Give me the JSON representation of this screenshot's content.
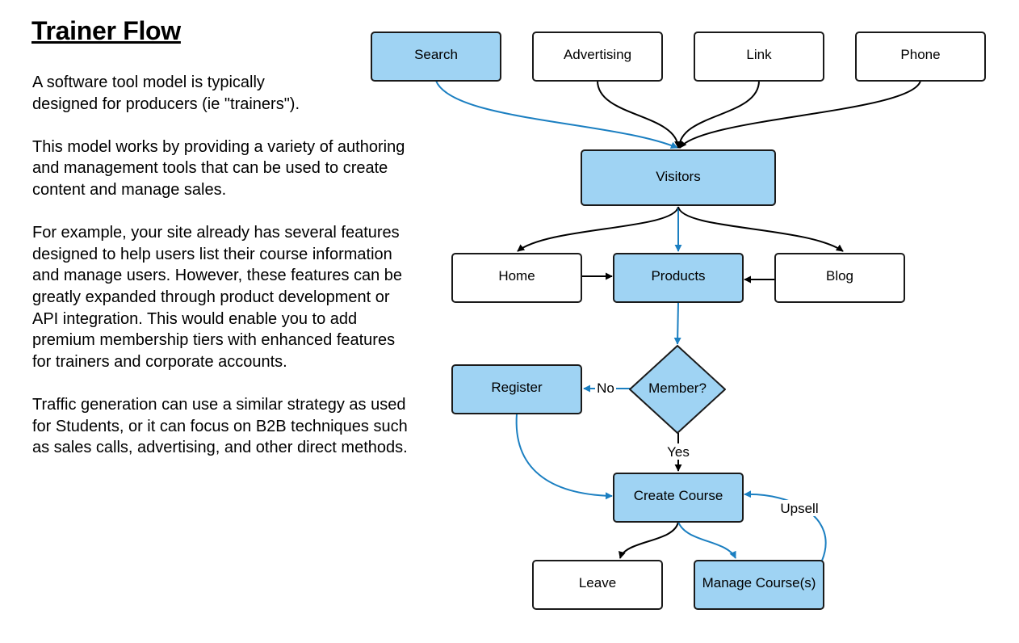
{
  "title": "Trainer Flow",
  "paragraphs": [
    "A software tool model is typically designed for producers (ie \"trainers\").",
    "This model works by providing a variety of authoring and management tools that can be used to create content and manage sales.",
    "For example, your site already has several features designed to help users list their course information and manage users. However, these features can be greatly expanded through product development or API integration. This would enable you to add premium membership tiers with enhanced features for trainers and corporate accounts.",
    "Traffic generation can use a similar strategy as used for Students, or it can focus on B2B techniques such as sales calls, advertising, and other direct methods."
  ],
  "colors": {
    "highlight_fill": "#9fd3f3",
    "plain_fill": "#ffffff",
    "border": "#1a1a1a",
    "blue_edge": "#1b7fc1",
    "black_edge": "#000000"
  },
  "diagram": {
    "nodes": {
      "search": "Search",
      "advertising": "Advertising",
      "link": "Link",
      "phone": "Phone",
      "visitors": "Visitors",
      "home": "Home",
      "products": "Products",
      "blog": "Blog",
      "member": "Member?",
      "register": "Register",
      "create_course": "Create Course",
      "leave": "Leave",
      "manage_courses": "Manage Course(s)"
    },
    "edge_labels": {
      "no": "No",
      "yes": "Yes",
      "upsell": "Upsell"
    }
  }
}
